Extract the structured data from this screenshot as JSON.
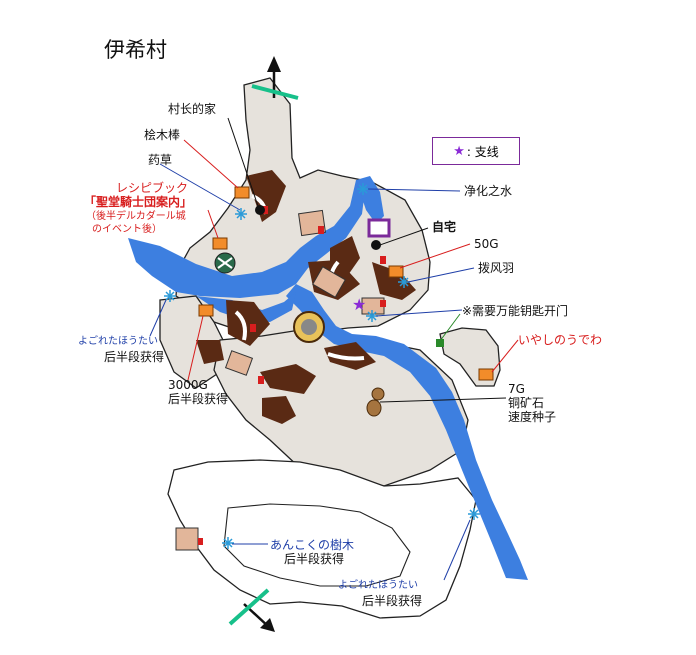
{
  "map": {
    "title": "伊希村",
    "legend": {
      "symbol": "★",
      "text": ": 支线"
    },
    "labels": {
      "village_chief_house": "村长的家",
      "cypress_stick": "桧木棒",
      "herb": "药草",
      "recipe_book": "レシピブック",
      "recipe_book_name": "「聖堂騎士団案内」",
      "recipe_note_1": "（後半デルカダール城",
      "recipe_note_2": "のイベント後）",
      "purify_water": "净化之水",
      "home": "自宅",
      "gold_50": "50G",
      "bird_feather": "拨风羽",
      "need_key": "※需要万能钥匙开门",
      "healing_bracelet": "いやしのうでわ",
      "dirty_bandage_1": "よごれたほうたい",
      "later_get_1": "后半段获得",
      "gold_3000": "3000G",
      "later_get_2": "后半段获得",
      "gold_7": "7G",
      "copper_ore": "铜矿石",
      "speed_seed": "速度种子",
      "dark_tree": "あんこくの樹木",
      "later_get_3": "后半段获得",
      "dirty_bandage_2": "よごれたほうたい",
      "later_get_4": "后半段获得"
    },
    "colors": {
      "river": "#3d7fe0",
      "ground": "#e6e2dc",
      "cliff": "#5a2a14",
      "line_black": "#111111",
      "line_red": "#d81e1e",
      "line_blue": "#1f3fa8",
      "exit_green": "#17c08a",
      "side_quest_star": "#8b2bd6"
    }
  }
}
